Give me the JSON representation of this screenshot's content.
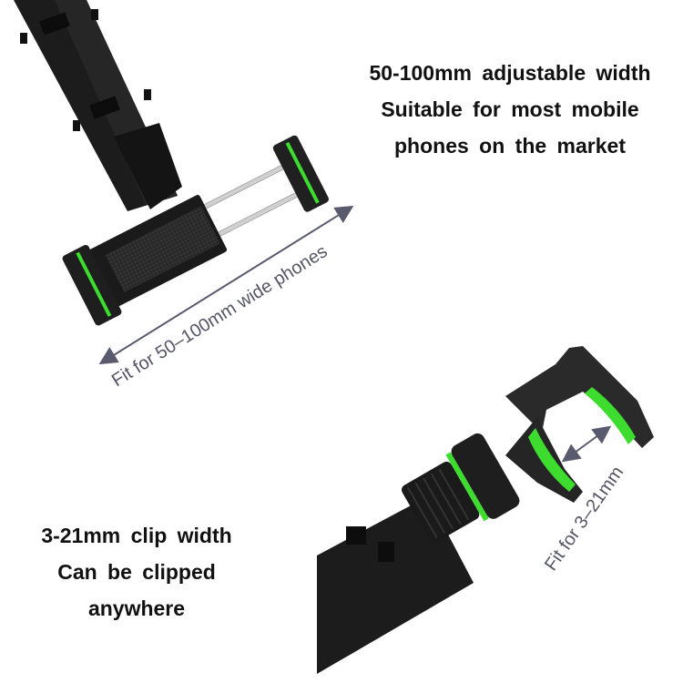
{
  "captions": {
    "top": {
      "lines": [
        "50-100mm adjustable width",
        "Suitable for most mobile",
        "phones on the market"
      ]
    },
    "bottom": {
      "lines": [
        "3-21mm clip width",
        "Can be clipped",
        "anywhere"
      ]
    }
  },
  "annotations": {
    "phone_width": "Fit for 50–100mm wide phones",
    "clip_width": "Fit for 3–21mm"
  },
  "colors": {
    "accent_green": "#3ddc2f",
    "body_black": "#1b1b1b",
    "arrow_gray": "#5a5a6e",
    "rod_silver": "#c8c8c8"
  }
}
